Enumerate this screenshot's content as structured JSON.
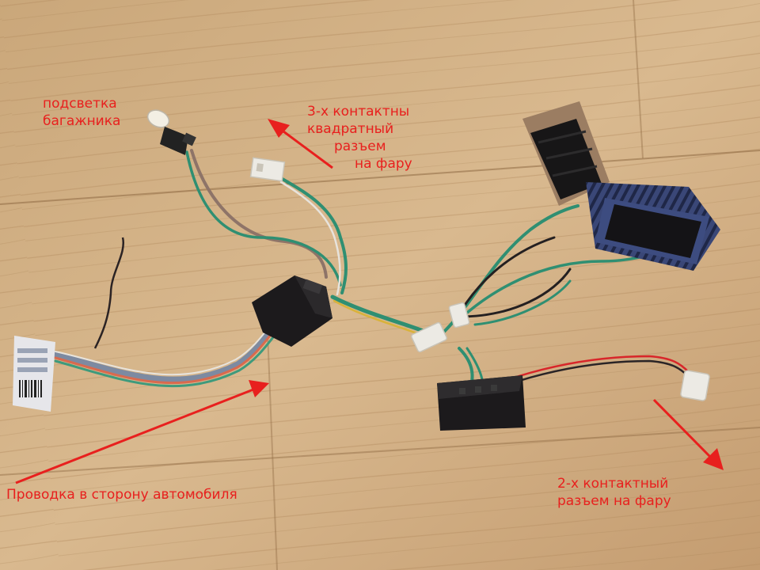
{
  "colors": {
    "label_red": "#e8201e",
    "wood_light": "#d7b68c",
    "wood_dark": "#b58e62",
    "plastic_black": "#1c1a1c",
    "heatsink_blue": "#2e3a66",
    "connector_white": "#eceae4"
  },
  "labels": {
    "trunk_light": [
      "подсветка",
      "багажника"
    ],
    "three_pin": [
      "3-х контактны",
      "квадратный",
      "разъем",
      "на фару"
    ],
    "wiring_to_car": "Проводка в сторону автомобиля",
    "two_pin": [
      "2-х контактный",
      "разъем на фару"
    ]
  }
}
